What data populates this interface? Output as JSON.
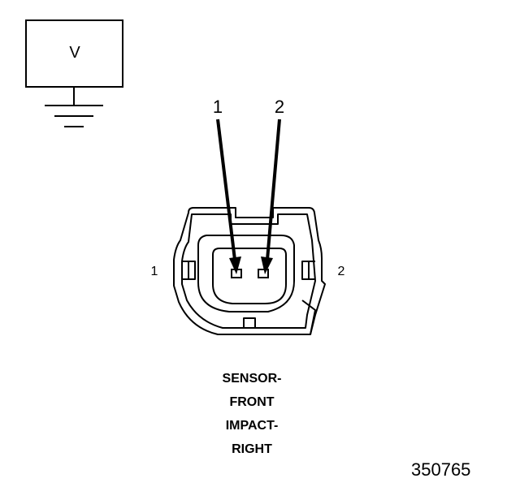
{
  "meter": {
    "label": "V"
  },
  "probes": [
    {
      "label": "1"
    },
    {
      "label": "2"
    }
  ],
  "connector": {
    "terminal_labels": [
      {
        "label": "1"
      },
      {
        "label": "2"
      }
    ]
  },
  "caption": {
    "lines": [
      "SENSOR-",
      "FRONT",
      "IMPACT-",
      "RIGHT"
    ]
  },
  "figure_id": "350765",
  "colors": {
    "line": "#000000",
    "background": "#ffffff"
  }
}
